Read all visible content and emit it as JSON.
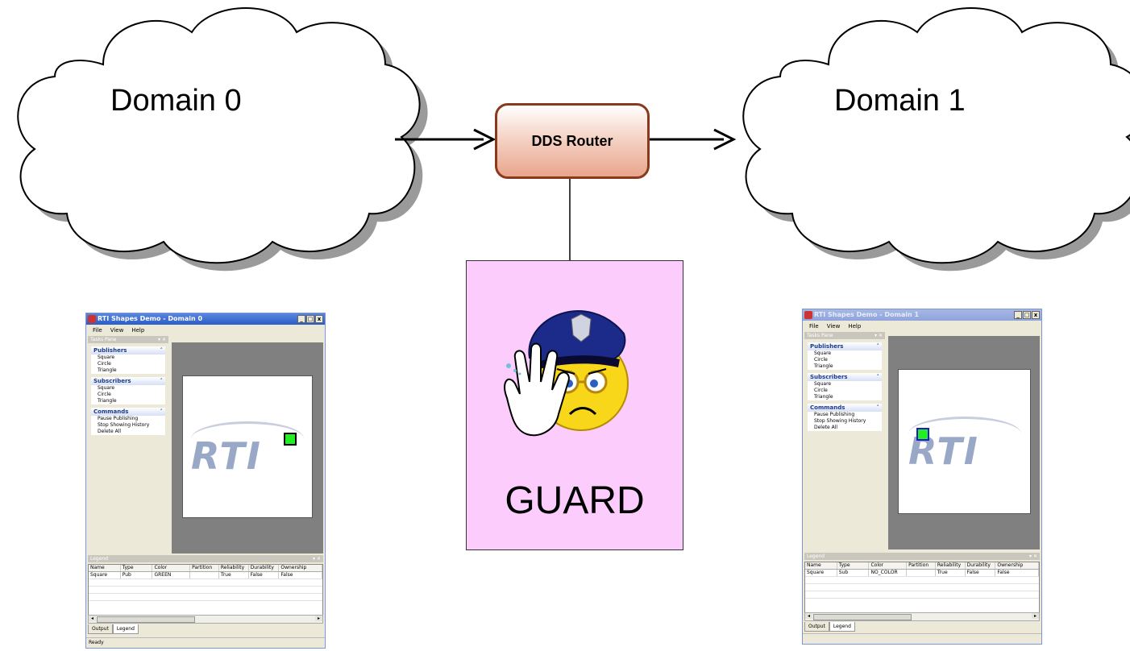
{
  "diagram": {
    "domain0_label": "Domain 0",
    "domain1_label": "Domain 1",
    "router_label": "DDS Router",
    "guard_label": "GUARD"
  },
  "colors": {
    "guard_bg": "#fccdfc",
    "router_border": "#8a3a1c",
    "cloud_shadow": "#9a9a9a",
    "shape_green": "#22ee22"
  },
  "icons": {
    "guard": "police-officer-stop-hand-icon"
  },
  "window0": {
    "title": "RTI Shapes Demo - Domain 0",
    "menu": [
      "File",
      "View",
      "Help"
    ],
    "tasks_pane_title": "Tasks Pane",
    "groups": [
      {
        "title": "Publishers",
        "items": [
          "Square",
          "Circle",
          "Triangle"
        ]
      },
      {
        "title": "Subscribers",
        "items": [
          "Square",
          "Circle",
          "Triangle"
        ]
      },
      {
        "title": "Commands",
        "items": [
          "Pause Publishing",
          "Stop Showing History",
          "Delete All"
        ]
      }
    ],
    "logo_text": "RTI",
    "legend_title": "Legend",
    "columns": [
      "Name",
      "Type",
      "Color",
      "Partition",
      "Reliability",
      "Durability",
      "Ownership"
    ],
    "rows": [
      [
        "Square",
        "Pub",
        "GREEN",
        "",
        "True",
        "False",
        "False"
      ]
    ],
    "tabs": [
      "Output",
      "Legend"
    ],
    "status": "Ready"
  },
  "window1": {
    "title": "RTI Shapes Demo - Domain 1",
    "menu": [
      "File",
      "View",
      "Help"
    ],
    "tasks_pane_title": "Tasks Pane",
    "groups": [
      {
        "title": "Publishers",
        "items": [
          "Square",
          "Circle",
          "Triangle"
        ]
      },
      {
        "title": "Subscribers",
        "items": [
          "Square",
          "Circle",
          "Triangle"
        ]
      },
      {
        "title": "Commands",
        "items": [
          "Pause Publishing",
          "Stop Showing History",
          "Delete All"
        ]
      }
    ],
    "logo_text": "RTI",
    "legend_title": "Legend",
    "columns": [
      "Name",
      "Type",
      "Color",
      "Partition",
      "Reliability",
      "Durability",
      "Ownership"
    ],
    "rows": [
      [
        "Square",
        "Sub",
        "NO_COLOR",
        "",
        "True",
        "False",
        "False"
      ]
    ],
    "tabs": [
      "Output",
      "Legend"
    ],
    "status": ""
  }
}
